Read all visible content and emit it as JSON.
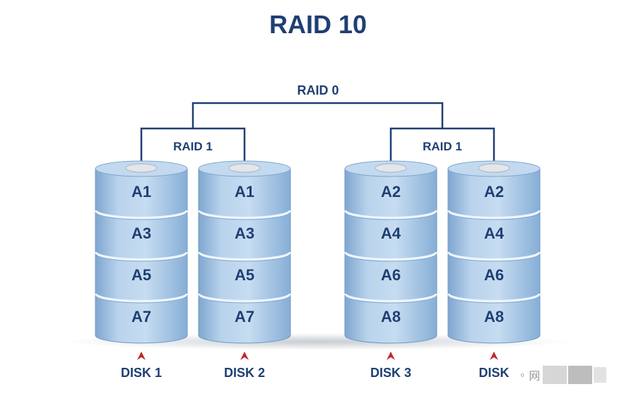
{
  "title": "RAID 10",
  "raid0_label": "RAID 0",
  "mirror_groups": [
    {
      "label": "RAID 1"
    },
    {
      "label": "RAID 1"
    }
  ],
  "disks": [
    {
      "label": "DISK 1",
      "blocks": [
        "A1",
        "A3",
        "A5",
        "A7"
      ]
    },
    {
      "label": "DISK 2",
      "blocks": [
        "A1",
        "A3",
        "A5",
        "A7"
      ]
    },
    {
      "label": "DISK 3",
      "blocks": [
        "A2",
        "A4",
        "A6",
        "A8"
      ]
    },
    {
      "label": "DISK",
      "blocks": [
        "A2",
        "A4",
        "A6",
        "A8"
      ]
    }
  ],
  "watermark": {
    "text": "网"
  },
  "colors": {
    "title": "#1f3f73",
    "disk_fill": "#a9c8e6",
    "disk_band_light": "#c9ddf0",
    "disk_edge": "#6f99c6",
    "line": "#1f3f73",
    "arrow": "#c0282d"
  }
}
